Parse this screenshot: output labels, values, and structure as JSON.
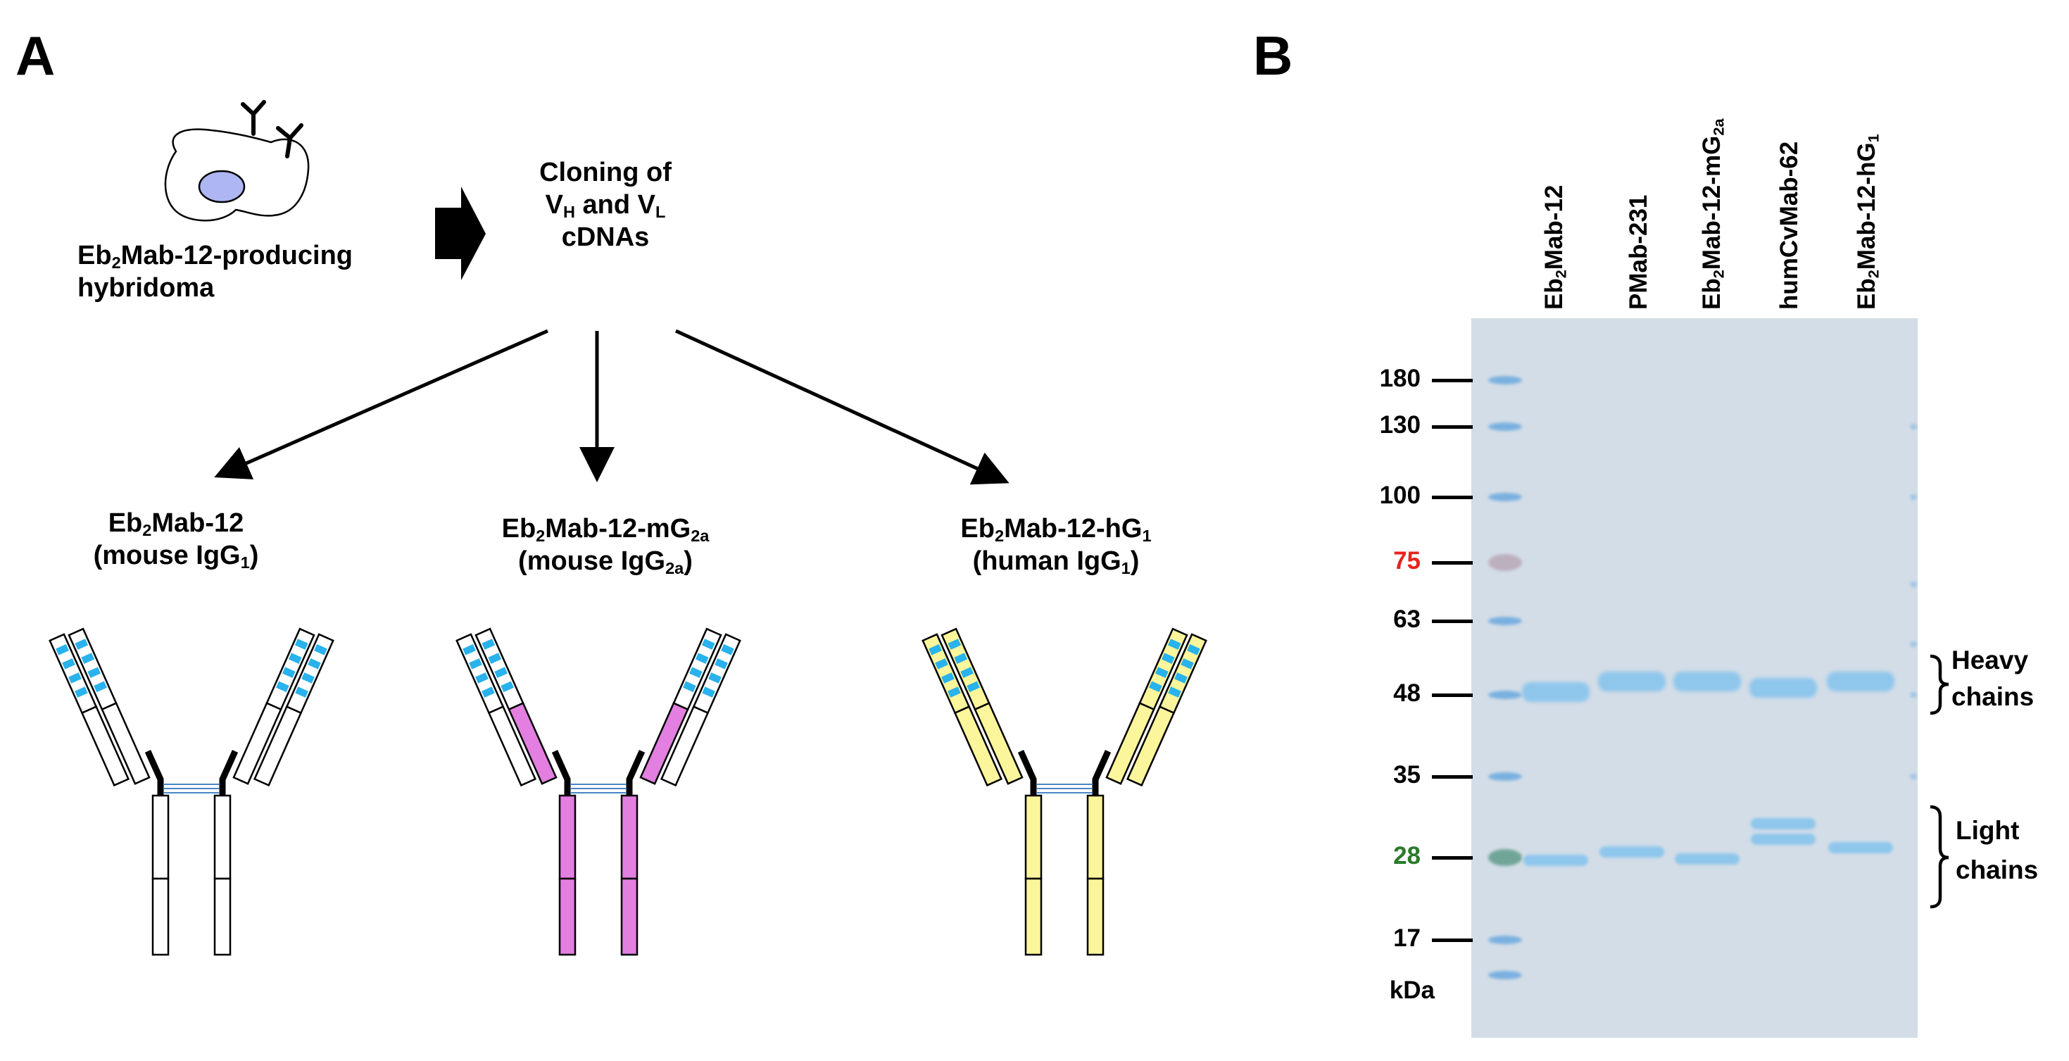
{
  "panel_a": {
    "letter": "A",
    "hybridoma_label_line1_pre": "Eb",
    "hybridoma_label_line1_sub": "2",
    "hybridoma_label_line1_post": "Mab-12-producing",
    "hybridoma_label_line2": "hybridoma",
    "cloning_line1": "Cloning of",
    "cloning_vh": "V",
    "cloning_vh_sub": "H",
    "cloning_and": " and ",
    "cloning_vl": "V",
    "cloning_vl_sub": "L",
    "cloning_line3": "cDNAs",
    "antibodies": [
      {
        "name_pre": "Eb",
        "name_sub": "2",
        "name_post": "Mab-12",
        "name_sub2": "",
        "name_post2": "",
        "iso_pre": "(mouse IgG",
        "iso_sub": "1",
        "iso_post": ")",
        "constant_color": "#ffffff"
      },
      {
        "name_pre": "Eb",
        "name_sub": "2",
        "name_post": "Mab-12-mG",
        "name_sub2": "2a",
        "name_post2": "",
        "iso_pre": "(mouse IgG",
        "iso_sub": "2a",
        "iso_post": ")",
        "constant_color": "#e27fe0"
      },
      {
        "name_pre": "Eb",
        "name_sub": "2",
        "name_post": "Mab-12-hG",
        "name_sub2": "1",
        "name_post2": "",
        "iso_pre": "(human IgG",
        "iso_sub": "1",
        "iso_post": ")",
        "constant_color": "#fbf59b"
      }
    ],
    "variable_stripe_color": "#29b2ec"
  },
  "panel_b": {
    "letter": "B",
    "lanes": [
      {
        "pre": "Eb",
        "sub": "2",
        "post": "Mab-12",
        "sub2": "",
        "post2": ""
      },
      {
        "pre": "PMab-231",
        "sub": "",
        "post": "",
        "sub2": "",
        "post2": ""
      },
      {
        "pre": "Eb",
        "sub": "2",
        "post": "Mab-12-mG",
        "sub2": "2a",
        "post2": ""
      },
      {
        "pre": "humCvMab-62",
        "sub": "",
        "post": "",
        "sub2": "",
        "post2": ""
      },
      {
        "pre": "Eb",
        "sub": "2",
        "post": "Mab-12-hG",
        "sub2": "1",
        "post2": ""
      }
    ],
    "markers": [
      {
        "label": "180",
        "color": "#000000"
      },
      {
        "label": "130",
        "color": "#000000"
      },
      {
        "label": "100",
        "color": "#000000"
      },
      {
        "label": "75",
        "color": "#e8231f"
      },
      {
        "label": "63",
        "color": "#000000"
      },
      {
        "label": "48",
        "color": "#000000"
      },
      {
        "label": "35",
        "color": "#000000"
      },
      {
        "label": "28",
        "color": "#2a7a2a"
      },
      {
        "label": "17",
        "color": "#000000"
      }
    ],
    "unit": "kDa",
    "heavy_line1": "Heavy",
    "heavy_line2": "chains",
    "light_line1": "Light",
    "light_line2": "chains",
    "gel_color": "#d3dde7",
    "band_color": "#8ec6ec"
  }
}
